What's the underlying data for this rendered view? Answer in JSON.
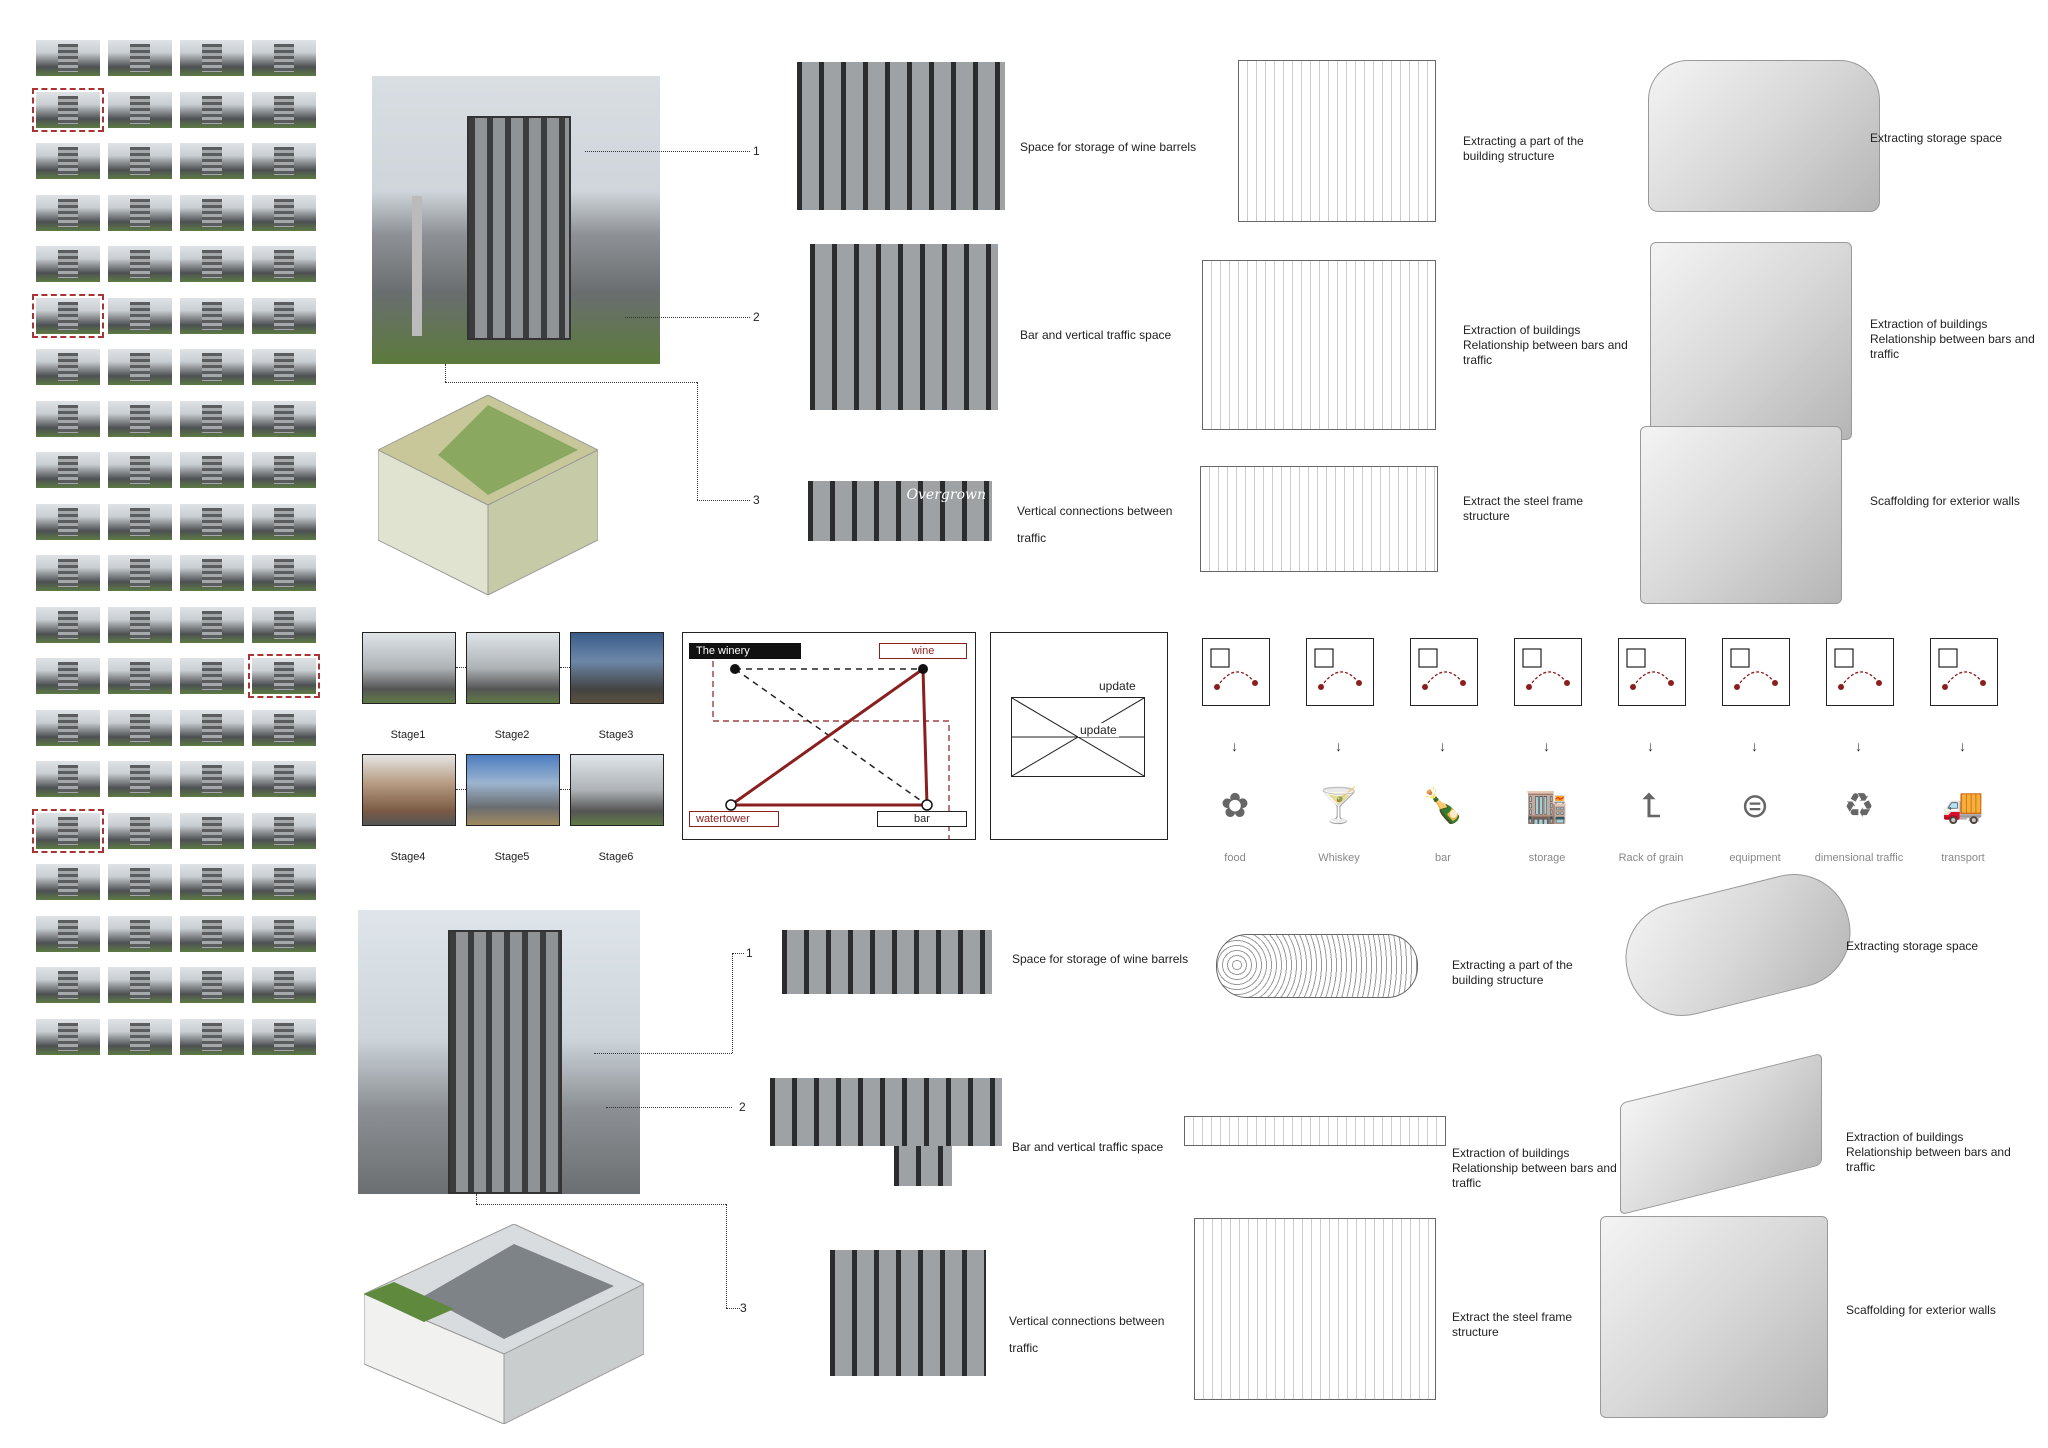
{
  "thumb_grid": {
    "rows": 20,
    "cols": 4,
    "selected": [
      [
        1,
        0
      ],
      [
        5,
        0
      ],
      [
        12,
        3
      ],
      [
        15,
        0
      ]
    ]
  },
  "top": {
    "callouts": [
      "1",
      "2",
      "3"
    ],
    "rows": [
      {
        "crop_label": "Space for storage of wine barrels",
        "sketch_label": "Extracting a part of the building structure",
        "model_label": "Extracting storage space"
      },
      {
        "crop_label": "Bar and vertical traffic space",
        "sketch_label": "Extraction of buildings Relationship between bars and traffic",
        "model_label": "Extraction of buildings Relationship between bars and traffic"
      },
      {
        "crop_label": "Vertical connections between traffic",
        "sketch_label": "Extract the steel frame structure",
        "model_label": "Scaffolding for exterior walls"
      }
    ],
    "watermark": "Overgrown"
  },
  "middle": {
    "stages": [
      "Stage1",
      "Stage2",
      "Stage3",
      "Stage4",
      "Stage5",
      "Stage6"
    ],
    "relation": {
      "tl": "The winery",
      "tr": "wine",
      "bl": "watertower",
      "br": "bar"
    },
    "update": {
      "outer": "update",
      "inner": "update"
    },
    "icons": [
      {
        "label": "food",
        "icon": "food-icon",
        "glyph": "✿"
      },
      {
        "label": "Whiskey",
        "icon": "cocktail-icon",
        "glyph": "🍸"
      },
      {
        "label": "bar",
        "icon": "bottle-icon",
        "glyph": "🍾"
      },
      {
        "label": "storage",
        "icon": "warehouse-icon",
        "glyph": "🏬"
      },
      {
        "label": "Rack of grain",
        "icon": "turn-arrow-icon",
        "glyph": "⮤"
      },
      {
        "label": "equipment",
        "icon": "equipment-icon",
        "glyph": "⊜"
      },
      {
        "label": "dimensional traffic",
        "icon": "recycle-icon",
        "glyph": "♻"
      },
      {
        "label": "transport",
        "icon": "truck-icon",
        "glyph": "🚚"
      }
    ],
    "accent": "#8b1f1f"
  },
  "bottom": {
    "callouts": [
      "1",
      "2",
      "3"
    ],
    "rows": [
      {
        "crop_label": "Space for storage of wine barrels",
        "sketch_label": "Extracting a part of the building structure",
        "model_label": "Extracting storage space"
      },
      {
        "crop_label": "Bar and vertical traffic space",
        "sketch_label": "Extraction of buildings Relationship between bars and traffic",
        "model_label": "Extraction of buildings Relationship between bars and traffic"
      },
      {
        "crop_label": "Vertical connections between traffic",
        "sketch_label": "Extract the steel frame structure",
        "model_label": "Scaffolding for exterior walls"
      }
    ]
  }
}
